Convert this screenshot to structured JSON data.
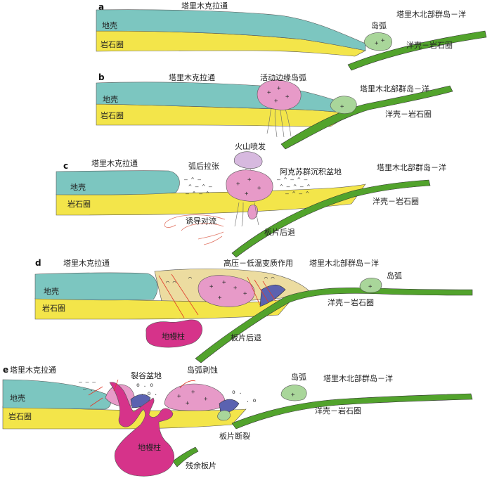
{
  "colors": {
    "crust": "#7cc6c0",
    "lithosphere": "#f3e54a",
    "oceanic_slab": "#52a32c",
    "island_arc": "#a9d69a",
    "arc_pink": "#e79ac8",
    "plume_magenta": "#d6338a",
    "sediment": "#ecdca0",
    "volcano": "#d7b9df",
    "blue_wedge": "#5b62b0",
    "fault_red": "#e03a2a"
  },
  "panels": [
    {
      "letter": "a",
      "tarim": "塔里木克拉通",
      "crust": "地壳",
      "lithosphere": "岩石圈",
      "arc": "岛弧",
      "ocean_title": "塔里木北部群岛－洋",
      "ocean_lith": "洋壳－岩石圈"
    },
    {
      "letter": "b",
      "tarim": "塔里木克拉通",
      "active_margin_arc": "活动边缘岛弧",
      "crust": "地壳",
      "lithosphere": "岩石圈",
      "ocean_title": "塔里木北部群岛－洋",
      "ocean_lith": "洋壳－岩石圈"
    },
    {
      "letter": "c",
      "tarim": "塔里木克拉通",
      "volcano": "火山喷发",
      "backarc": "弧后拉张",
      "basin": "阿克苏群沉积盆地",
      "ocean_title": "塔里木北部群岛－洋",
      "crust": "地壳",
      "lithosphere": "岩石圈",
      "ocean_lith": "洋壳－岩石圈",
      "convection": "诱导对流",
      "rollback": "板片后退"
    },
    {
      "letter": "d",
      "tarim": "塔里木克拉通",
      "metamorphism": "高压－低温变质作用",
      "ocean_title": "塔里木北部群岛－洋",
      "arc": "岛弧",
      "crust": "地壳",
      "lithosphere": "岩石圈",
      "ocean_lith": "洋壳－岩石圈",
      "plume": "地幔柱",
      "rollback": "板片后退"
    },
    {
      "letter": "e",
      "tarim": "塔里木克拉通",
      "rift_basin": "裂谷盆地",
      "arc_erosion": "岛弧剥蚀",
      "arc": "岛弧",
      "ocean_title": "塔里木北部群岛－洋",
      "crust": "地壳",
      "lithosphere": "岩石圈",
      "ocean_lith": "洋壳－岩石圈",
      "slab_break": "板片断裂",
      "plume": "地幔柱",
      "remnant_slab": "残余板片"
    }
  ]
}
